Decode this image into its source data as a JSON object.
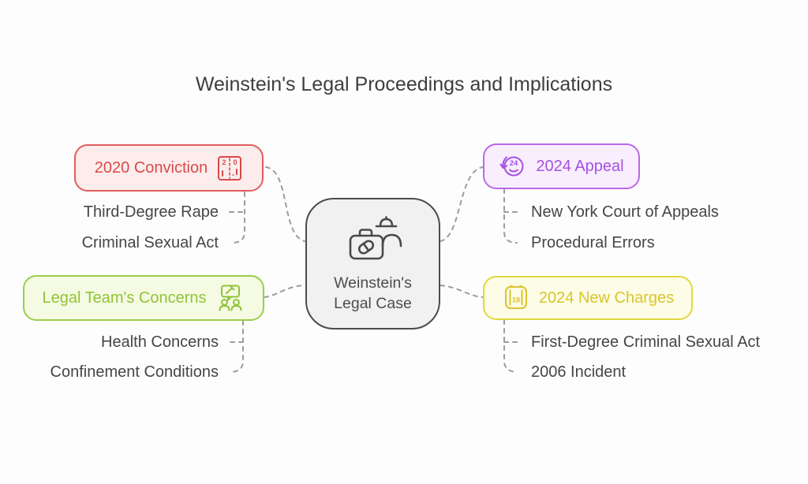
{
  "title": "Weinstein's Legal Proceedings and Implications",
  "center": {
    "label_line1": "Weinstein's",
    "label_line2": "Legal Case",
    "icon": "briefcase-person-icon"
  },
  "branches": [
    {
      "id": "conviction-2020",
      "label": "2020 Conviction",
      "icon": "scoreboard-icon",
      "icon_digits": [
        "2",
        "0"
      ],
      "text_color": "#d84a4a",
      "border_color": "#e15d5d",
      "bg_color": "#fdecec",
      "children": [
        "Third-Degree Rape",
        "Criminal Sexual Act"
      ]
    },
    {
      "id": "appeal-2024",
      "label": "2024 Appeal",
      "icon": "24-hour-arrow-icon",
      "icon_digits": [
        "24"
      ],
      "text_color": "#a750e2",
      "border_color": "#bb68ea",
      "bg_color": "#f8eefd",
      "children": [
        "New York Court of Appeals",
        "Procedural Errors"
      ]
    },
    {
      "id": "legal-team-concerns",
      "label": "Legal Team's Concerns",
      "icon": "team-discussion-icon",
      "icon_digits": [],
      "text_color": "#8fc438",
      "border_color": "#9ccd49",
      "bg_color": "#f5fae3",
      "children": [
        "Health Concerns",
        "Confinement Conditions"
      ]
    },
    {
      "id": "new-charges-2024",
      "label": "2024 New Charges",
      "icon": "calendar-18-icon",
      "icon_digits": [
        "18"
      ],
      "text_color": "#d9c52e",
      "border_color": "#e2d83e",
      "bg_color": "#fdfce6",
      "children": [
        "First-Degree Criminal Sexual Act",
        "2006 Incident"
      ]
    }
  ],
  "colors": {
    "background": "#fdfdfd",
    "title_text": "#3e3e3e",
    "sub_item_text": "#464646",
    "connector": "#9c9c9c",
    "center_border": "#4b4b4b",
    "center_bg": "#f1f1f1"
  }
}
